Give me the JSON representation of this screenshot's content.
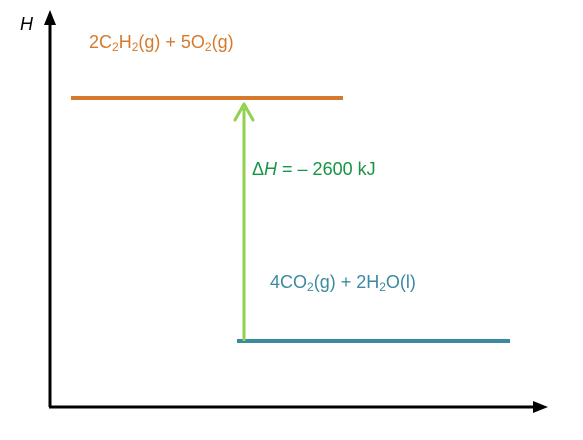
{
  "axis": {
    "y_label": "H"
  },
  "reactants": {
    "coef_c2h2": "2C",
    "sub_c": "2",
    "mid_h": "H",
    "sub_h": "2",
    "after_c2h2": "(g) + 5O",
    "sub_o": "2",
    "end": "(g)"
  },
  "products": {
    "coef_co2": "4CO",
    "sub_o": "2",
    "mid": "(g) + 2H",
    "sub_h": "2",
    "end": "O(l)"
  },
  "enthalpy_change": {
    "delta": "Δ",
    "symbol": "H",
    "text": " = – 2600 kJ"
  },
  "colors": {
    "reactant": "#d57a2c",
    "product": "#3a8aa0",
    "arrow": "#92d050",
    "delta_text": "#179447",
    "axis": "#000000"
  }
}
